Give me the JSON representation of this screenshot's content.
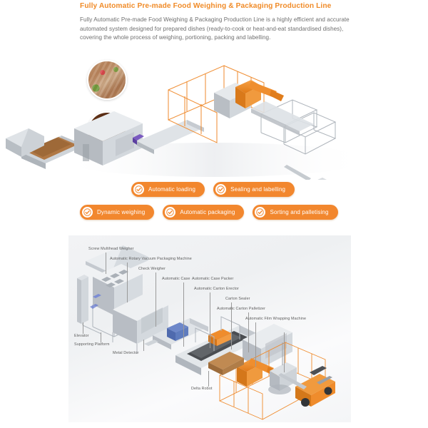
{
  "header": {
    "title": "Fully Automatic Pre-made Food Weighing & Packaging Production Line",
    "description": "Fully Automatic Pre-made Food Weighing & Packaging Production Line is a highly efficient and accurate automated system designed for prepared dishes (ready-to-cook or heat-and-eat standardised dishes), covering the whole process of weighing, portioning, packing and labelling.",
    "title_color": "#f08b28",
    "body_color": "#6f6f6f"
  },
  "photos": [
    {
      "name": "sliced-meat-dish",
      "alt": "Sliced pre-made meat dish with tomato garnish"
    },
    {
      "name": "braised-meat-dish",
      "alt": "Braised dark meat and mushroom dish"
    }
  ],
  "badges": {
    "accent_color": "#f2872e",
    "icon": "check-circle-icon",
    "row_1": [
      {
        "label": "Automatic loading"
      },
      {
        "label": "Sealing and labelling"
      }
    ],
    "row_2": [
      {
        "label": "Dynamic weighing"
      },
      {
        "label": "Automatic packaging"
      },
      {
        "label": "Sorting and palletising"
      }
    ]
  },
  "hero": {
    "alt": "3D rendering of the fully automatic pre-made food weighing and packaging production line with orange safety fencing, robot arm and forklift",
    "fence_color": "#f08b28",
    "machine_color": "#d9dde1"
  },
  "diagram": {
    "panel_bg": "#f1f2f4",
    "alt": "Labelled isometric layout of the complete production line",
    "labels": [
      {
        "id": "screw-multihead-weigher",
        "text": "Screw Multihead Weigher"
      },
      {
        "id": "automatic-rotary-vacuum-packaging-machine",
        "text": "Automatic Rotary Vacuum Packaging Machine"
      },
      {
        "id": "check-weigher",
        "text": "Check Weigher"
      },
      {
        "id": "automatic-case",
        "text": "Automatic Case"
      },
      {
        "id": "automatic-case-packer",
        "text": "Automatic Case Packer"
      },
      {
        "id": "automatic-carton-erector",
        "text": "Automatic Carton Erector"
      },
      {
        "id": "carton-sealer",
        "text": "Carton Sealer"
      },
      {
        "id": "automatic-carton-palletizer",
        "text": "Automatic Carton Palletizer"
      },
      {
        "id": "automatic-film-wrapping-machine",
        "text": "Automatic Film Wrapping Machine"
      },
      {
        "id": "elevator",
        "text": "Elevator"
      },
      {
        "id": "supporting-platform",
        "text": "Supporting Platform"
      },
      {
        "id": "metal-detector",
        "text": "Metal Detector"
      },
      {
        "id": "delta-robot",
        "text": "Delta Robot"
      }
    ]
  }
}
